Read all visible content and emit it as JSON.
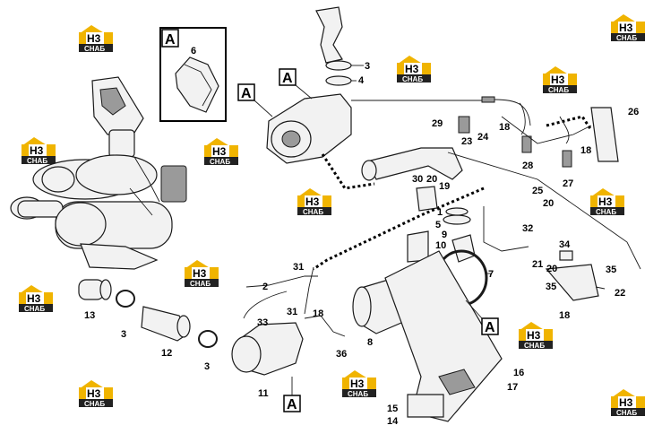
{
  "view_letter": "A",
  "logo": {
    "text": "CHAБ",
    "h3": "H3",
    "color": "#f0b400"
  },
  "callouts": {
    "c1": "1",
    "c2": "2",
    "c3a": "3",
    "c3b": "3",
    "c3c": "3",
    "c4": "4",
    "c5": "5",
    "c6": "6",
    "c7": "7",
    "c8": "8",
    "c9": "9",
    "c10": "10",
    "c11": "11",
    "c12": "12",
    "c13": "13",
    "c14": "14",
    "c15": "15",
    "c16": "16",
    "c17": "17",
    "c18a": "18",
    "c18b": "18",
    "c18c": "18",
    "c18d": "18",
    "c19": "19",
    "c20a": "20",
    "c20b": "20",
    "c20c": "20",
    "c21": "21",
    "c22": "22",
    "c23": "23",
    "c24": "24",
    "c25": "25",
    "c26": "26",
    "c27": "27",
    "c28": "28",
    "c29": "29",
    "c30": "30",
    "c31a": "31",
    "c31b": "31",
    "c32": "32",
    "c33": "33",
    "c34": "34",
    "c35a": "35",
    "c35b": "35",
    "c36": "36"
  }
}
